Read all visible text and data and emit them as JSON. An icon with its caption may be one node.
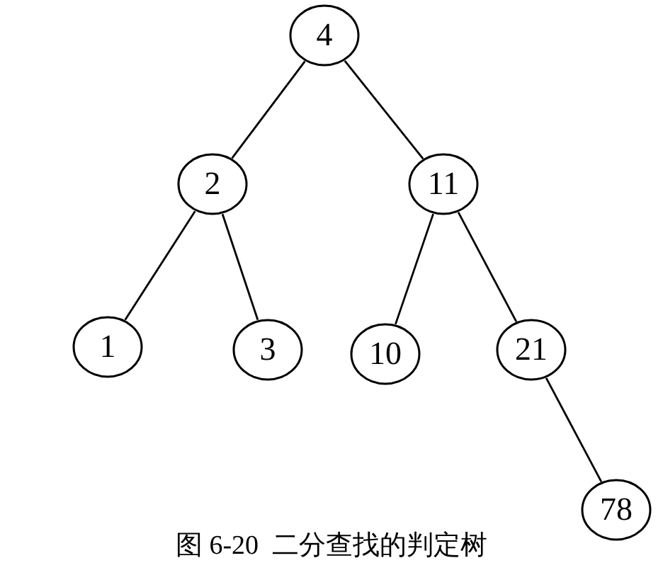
{
  "diagram": {
    "caption": "图 6-20  二分查找的判定树",
    "nodes": [
      {
        "text": [
          "4"
        ]
      },
      {
        "text": [
          "2"
        ]
      },
      {
        "text": [
          "11"
        ]
      },
      {
        "text": [
          "1"
        ]
      },
      {
        "text": [
          "3"
        ]
      },
      {
        "text": [
          "10"
        ]
      },
      {
        "text": [
          "21"
        ]
      },
      {
        "text": [
          "78"
        ]
      }
    ],
    "edges": [
      {
        "from": 0,
        "to": 1,
        "arrow": "none"
      },
      {
        "from": 0,
        "to": 2,
        "arrow": "none"
      },
      {
        "from": 1,
        "to": 3,
        "arrow": "none"
      },
      {
        "from": 1,
        "to": 4,
        "arrow": "none"
      },
      {
        "from": 2,
        "to": 5,
        "arrow": "none"
      },
      {
        "from": 2,
        "to": 6,
        "arrow": "none"
      },
      {
        "from": 6,
        "to": 7,
        "arrow": "none"
      }
    ]
  }
}
